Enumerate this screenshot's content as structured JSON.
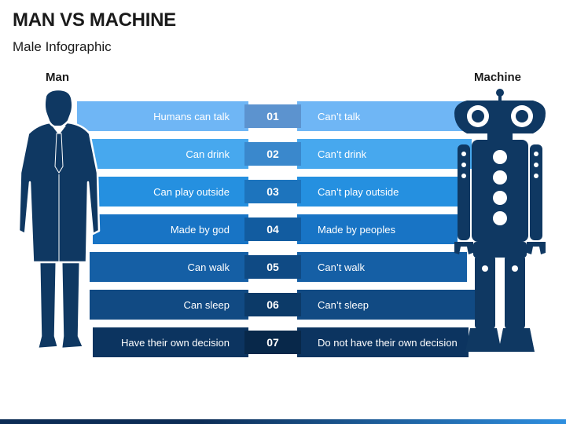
{
  "title": "MAN VS MACHINE",
  "subtitle": "Male Infographic",
  "man_label": "Man",
  "machine_label": "Machine",
  "rows": [
    {
      "num": "01",
      "left": "Humans can talk",
      "right": "Can’t talk",
      "color": "#6fb6f5",
      "num_color": "#5c93cf"
    },
    {
      "num": "02",
      "left": "Can drink",
      "right": "Can’t drink",
      "color": "#47a8ee",
      "num_color": "#3a88cc"
    },
    {
      "num": "03",
      "left": "Can play outside",
      "right": "Can’t play outside",
      "color": "#2590e0",
      "num_color": "#1d74bd"
    },
    {
      "num": "04",
      "left": "Made by god",
      "right": "Made by peoples",
      "color": "#1874c5",
      "num_color": "#125ca0"
    },
    {
      "num": "05",
      "left": "Can walk",
      "right": "Can’t walk",
      "color": "#155fa5",
      "num_color": "#0f4a84"
    },
    {
      "num": "06",
      "left": "Can sleep",
      "right": "Can’t sleep",
      "color": "#114a83",
      "num_color": "#0c3a68"
    },
    {
      "num": "07",
      "left": "Have their own decision",
      "right": "Do not have their own decision",
      "color": "#0c3460",
      "num_color": "#08284a"
    }
  ],
  "colors": {
    "silhouette": "#0f3862",
    "bottom_dark": "#0c2c55",
    "bottom_light": "#2e8fe0"
  }
}
